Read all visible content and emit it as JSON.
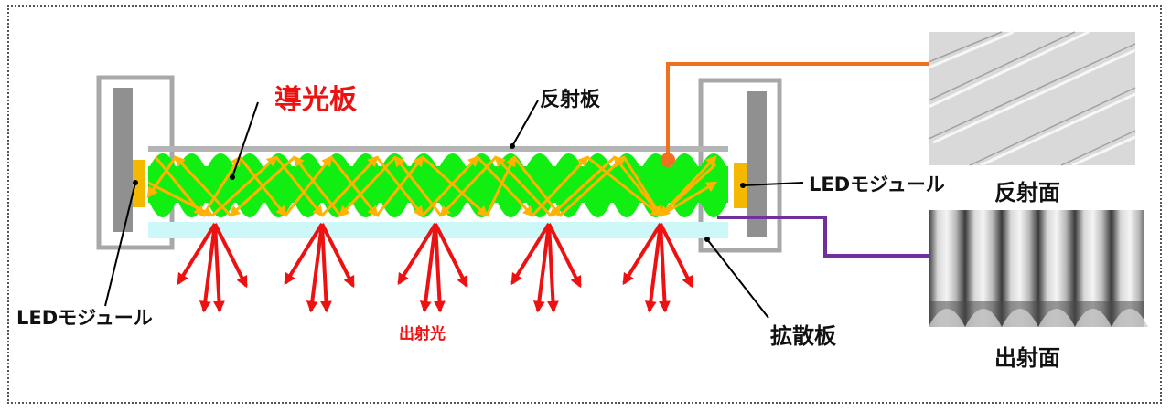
{
  "labels": {
    "light_guide_plate": "導光板",
    "reflector_plate": "反射板",
    "led_module_left": "LEDモジュール",
    "led_module_right": "LEDモジュール",
    "emitted_light": "出射光",
    "diffuser_plate": "拡散板",
    "reflection_surface": "反射面",
    "emission_surface": "出射面"
  },
  "colors": {
    "guide_plate": "#11ee11",
    "light_rays": "#ffb300",
    "emitted_rays": "#ee1111",
    "reflector_leader": "#f07020",
    "diffuser_leader": "#7030a0",
    "diffuser": "#ccf8fa",
    "led": "#f5b800",
    "housing": "#a8a8a8",
    "module_board": "#909090"
  },
  "icons": {
    "reflection_surface_photo": "grooved-reflection-surface-micrograph",
    "emission_surface_photo": "lenticular-emission-surface-micrograph"
  }
}
